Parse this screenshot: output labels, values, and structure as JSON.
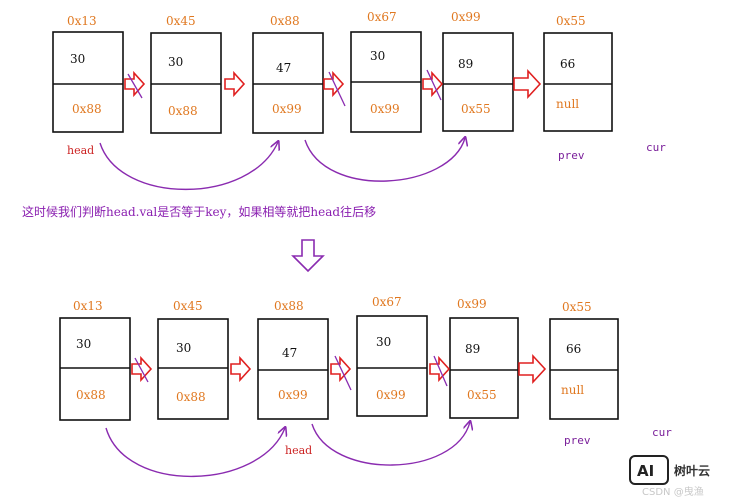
{
  "diagrams": [
    {
      "nodes": [
        {
          "address": "0x13",
          "value": "30",
          "next": "0x88"
        },
        {
          "address": "0x45",
          "value": "30",
          "next": "0x88"
        },
        {
          "address": "0x88",
          "value": "47",
          "next": "0x99"
        },
        {
          "address": "0x67",
          "value": "30",
          "next": "0x99"
        },
        {
          "address": "0x99",
          "value": "89",
          "next": "0x55"
        },
        {
          "address": "0x55",
          "value": "66",
          "next": "null"
        }
      ],
      "labels": {
        "head": "head",
        "prev": "prev",
        "cur": "cur"
      }
    },
    {
      "nodes": [
        {
          "address": "0x13",
          "value": "30",
          "next": "0x88"
        },
        {
          "address": "0x45",
          "value": "30",
          "next": "0x88"
        },
        {
          "address": "0x88",
          "value": "47",
          "next": "0x99"
        },
        {
          "address": "0x67",
          "value": "30",
          "next": "0x99"
        },
        {
          "address": "0x99",
          "value": "89",
          "next": "0x55"
        },
        {
          "address": "0x55",
          "value": "66",
          "next": "null"
        }
      ],
      "labels": {
        "head": "head",
        "prev": "prev",
        "cur": "cur"
      }
    }
  ],
  "note": "这时候我们判断head.val是否等于key，如果相等就把head往后移",
  "watermark": {
    "logo": "AI",
    "brand": "树叶云",
    "source": "CSDN @曳渔"
  },
  "colors": {
    "box_border": "#111111",
    "address": "#e07820",
    "head_label": "#cc2222",
    "pointer_label": "#7a1f9a",
    "arrow_red": "#e02020",
    "curve_purple": "#8a2bb0",
    "note": "#8a1fb0"
  }
}
